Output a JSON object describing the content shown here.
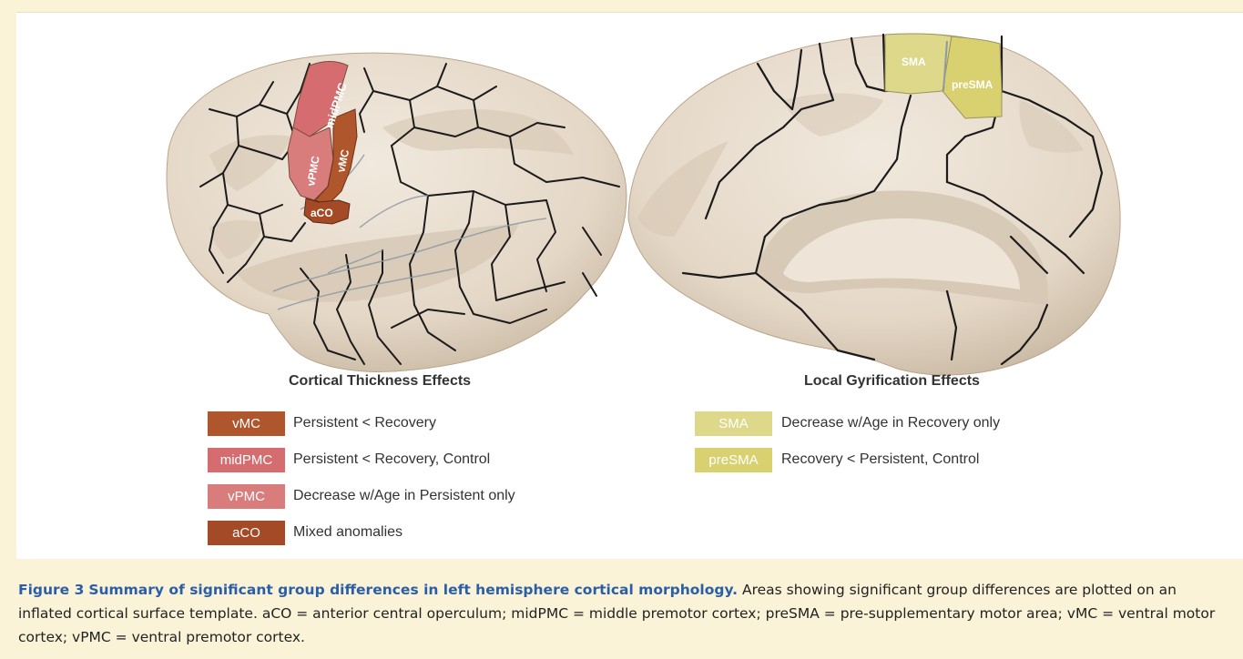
{
  "colors": {
    "vMC": "#b0562d",
    "midPMC": "#d56d70",
    "vPMC": "#d97c7c",
    "aCO": "#a44a26",
    "SMA": "#ddd88a",
    "preSMA": "#d9d070",
    "cortex_light": "#ece2d4",
    "cortex_dark": "#d4c7b6",
    "caption_blue": "#2a5ea8"
  },
  "brain_labels": {
    "midPMC": "midPMC",
    "vPMC": "vPMC",
    "vMC": "vMC",
    "aCO": "aCO",
    "SMA": "SMA",
    "preSMA": "preSMA"
  },
  "legend_left": {
    "title": "Cortical Thickness Effects",
    "items": [
      {
        "key": "vMC",
        "text": "Persistent < Recovery"
      },
      {
        "key": "midPMC",
        "text": "Persistent < Recovery, Control"
      },
      {
        "key": "vPMC",
        "text": "Decrease w/Age in Persistent only"
      },
      {
        "key": "aCO",
        "text": "Mixed anomalies"
      }
    ]
  },
  "legend_right": {
    "title": "Local Gyrification Effects",
    "items": [
      {
        "key": "SMA",
        "text": "Decrease w/Age in Recovery only"
      },
      {
        "key": "preSMA",
        "text": "Recovery < Persistent, Control"
      }
    ]
  },
  "caption": {
    "label": "Figure 3",
    "title": "Summary of significant group differences in left hemisphere cortical morphology.",
    "body": "Areas showing significant group differences are plotted on an inflated cortical surface template. aCO = anterior central operculum; midPMC = middle premotor cortex; preSMA = pre-supplementary motor area; vMC = ventral motor cortex; vPMC = ventral premotor cortex."
  }
}
